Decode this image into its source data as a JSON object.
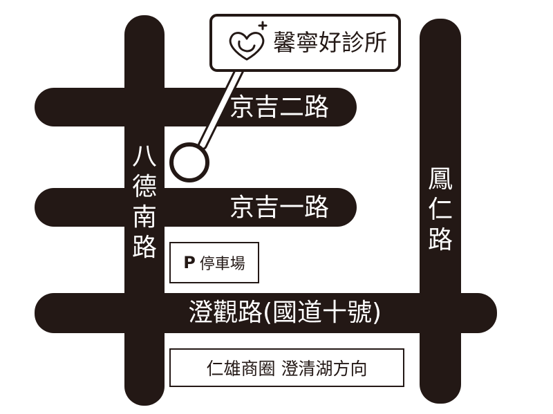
{
  "clinic": {
    "name": "馨寧好診所",
    "icon": "heart-cross-icon"
  },
  "roads": {
    "jingji_2": "京吉二路",
    "jingji_1": "京吉一路",
    "chengguan": "澄觀路(國道十號)",
    "bade_south": [
      "八",
      "德",
      "南",
      "路"
    ],
    "fengren": [
      "鳳",
      "仁",
      "路"
    ]
  },
  "parking": {
    "symbol": "P",
    "label": "停車場"
  },
  "direction_sign": {
    "label": "仁雄商圈 澄清湖方向"
  },
  "colors": {
    "road": "#231815",
    "background": "#ffffff"
  }
}
